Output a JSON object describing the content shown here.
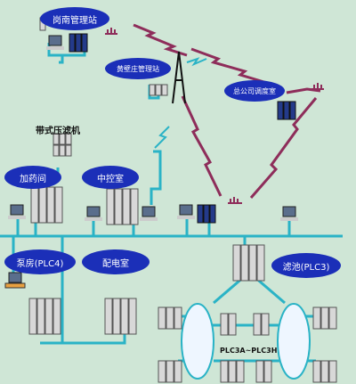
{
  "labels": {
    "gangnan": "岗南管理站",
    "huangbizhuang": "黄壁庄管理站",
    "company": "总公司调度室",
    "filter_press": "带式压滤机",
    "dosing": "加药间",
    "control_room": "中控室",
    "pump_house": "泵房(PLC4)",
    "power_room": "配电室",
    "filter_pool": "滤池(PLC3)",
    "plc_range": "PLC3A~PLC3H"
  },
  "colors": {
    "background": "#cfe6d6",
    "oval": "#1b2fb8",
    "network": "#2ab3c6",
    "wireless": "#8e2d5a",
    "cabinet": "#d8d8d8"
  }
}
